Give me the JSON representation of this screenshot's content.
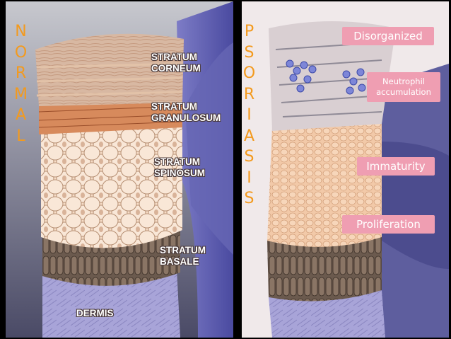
{
  "normal_letters": [
    "N",
    "O",
    "R",
    "M",
    "A",
    "L"
  ],
  "psoriasis_letters": [
    "P",
    "S",
    "O",
    "R",
    "I",
    "A",
    "S",
    "I",
    "S"
  ],
  "layers": {
    "corneum": "STRATUM\nCORNEUM",
    "granulosum": "STRATUM\nGRANULOSUM",
    "spinosum": "STRATUM\nSPINOSUM",
    "basale": "STRATUM\nBASALE",
    "dermis": "DERMIS"
  },
  "labels": {
    "disorganized": "Disorganized",
    "neutrophil": "Neutrophil\naccumulation",
    "immaturity": "Immaturity",
    "proliferation": "Proliferation"
  },
  "colors": {
    "title_orange": "#f39a1e",
    "label_pink": "#ef9eb2",
    "background": "#000000"
  }
}
